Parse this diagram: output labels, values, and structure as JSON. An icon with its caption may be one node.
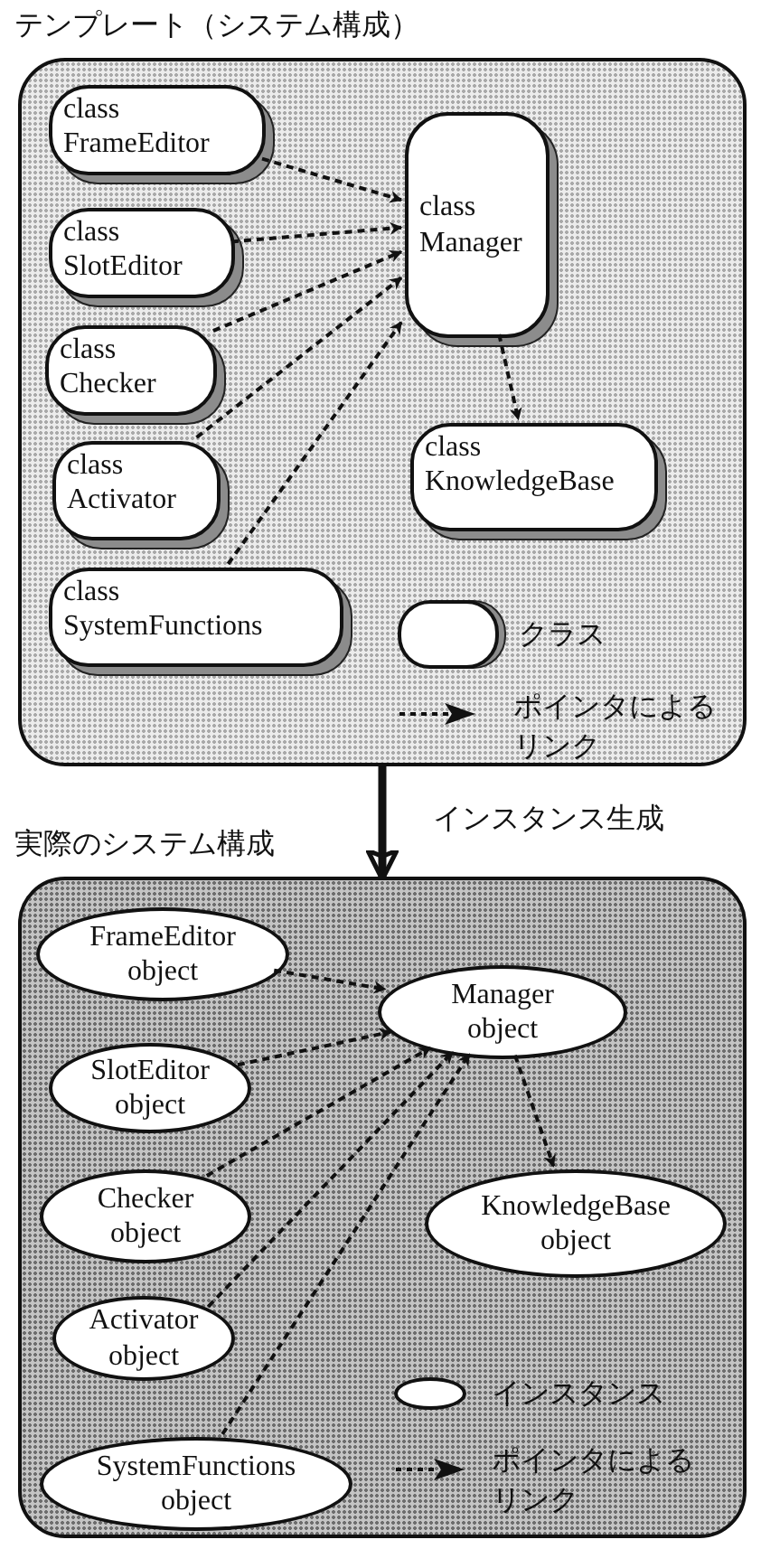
{
  "diagram": {
    "nodes": [
      {
        "text": [
          "テンプレート（システム構成）"
        ]
      },
      {
        "text": [
          "class FrameEditor"
        ],
        "in": 0
      },
      {
        "text": [
          "class SlotEditor"
        ],
        "in": 0
      },
      {
        "text": [
          "class Checker"
        ],
        "in": 0
      },
      {
        "text": [
          "class Activator"
        ],
        "in": 0
      },
      {
        "text": [
          "class SystemFunctions"
        ],
        "in": 0
      },
      {
        "text": [
          "class Manager"
        ],
        "in": 0
      },
      {
        "text": [
          "class KnowledgeBase"
        ],
        "in": 0
      },
      {
        "text": [
          "実際のシステム構成"
        ]
      },
      {
        "text": [
          "FrameEditor object"
        ],
        "in": 8
      },
      {
        "text": [
          "SlotEditor object"
        ],
        "in": 8
      },
      {
        "text": [
          "Checker object"
        ],
        "in": 8
      },
      {
        "text": [
          "Activator object"
        ],
        "in": 8
      },
      {
        "text": [
          "SystemFunctions object"
        ],
        "in": 8
      },
      {
        "text": [
          "Manager object"
        ],
        "in": 8
      },
      {
        "text": [
          "KnowledgeBase object"
        ],
        "in": 8
      }
    ],
    "edges": [
      {
        "from": 1,
        "to": 6,
        "arrow": "to",
        "style": "dashed"
      },
      {
        "from": 2,
        "to": 6,
        "arrow": "to",
        "style": "dashed"
      },
      {
        "from": 3,
        "to": 6,
        "arrow": "to",
        "style": "dashed"
      },
      {
        "from": 4,
        "to": 6,
        "arrow": "to",
        "style": "dashed"
      },
      {
        "from": 5,
        "to": 6,
        "arrow": "to",
        "style": "dashed"
      },
      {
        "from": 6,
        "to": 7,
        "arrow": "to",
        "style": "dashed"
      },
      {
        "from": 0,
        "to": 8,
        "arrow": "to",
        "style": "thick",
        "label": "インスタンス生成"
      },
      {
        "from": 9,
        "to": 14,
        "arrow": "to",
        "style": "dashed"
      },
      {
        "from": 10,
        "to": 14,
        "arrow": "to",
        "style": "dashed"
      },
      {
        "from": 11,
        "to": 14,
        "arrow": "to",
        "style": "dashed"
      },
      {
        "from": 12,
        "to": 14,
        "arrow": "to",
        "style": "dashed"
      },
      {
        "from": 13,
        "to": 14,
        "arrow": "to",
        "style": "dashed"
      },
      {
        "from": 14,
        "to": 15,
        "arrow": "to",
        "style": "dashed"
      }
    ],
    "legend": [
      {
        "text": "クラス"
      },
      {
        "text": "ポインタによるリンク"
      },
      {
        "text": "インスタンス"
      },
      {
        "text": "ポインタによるリンク"
      }
    ]
  }
}
